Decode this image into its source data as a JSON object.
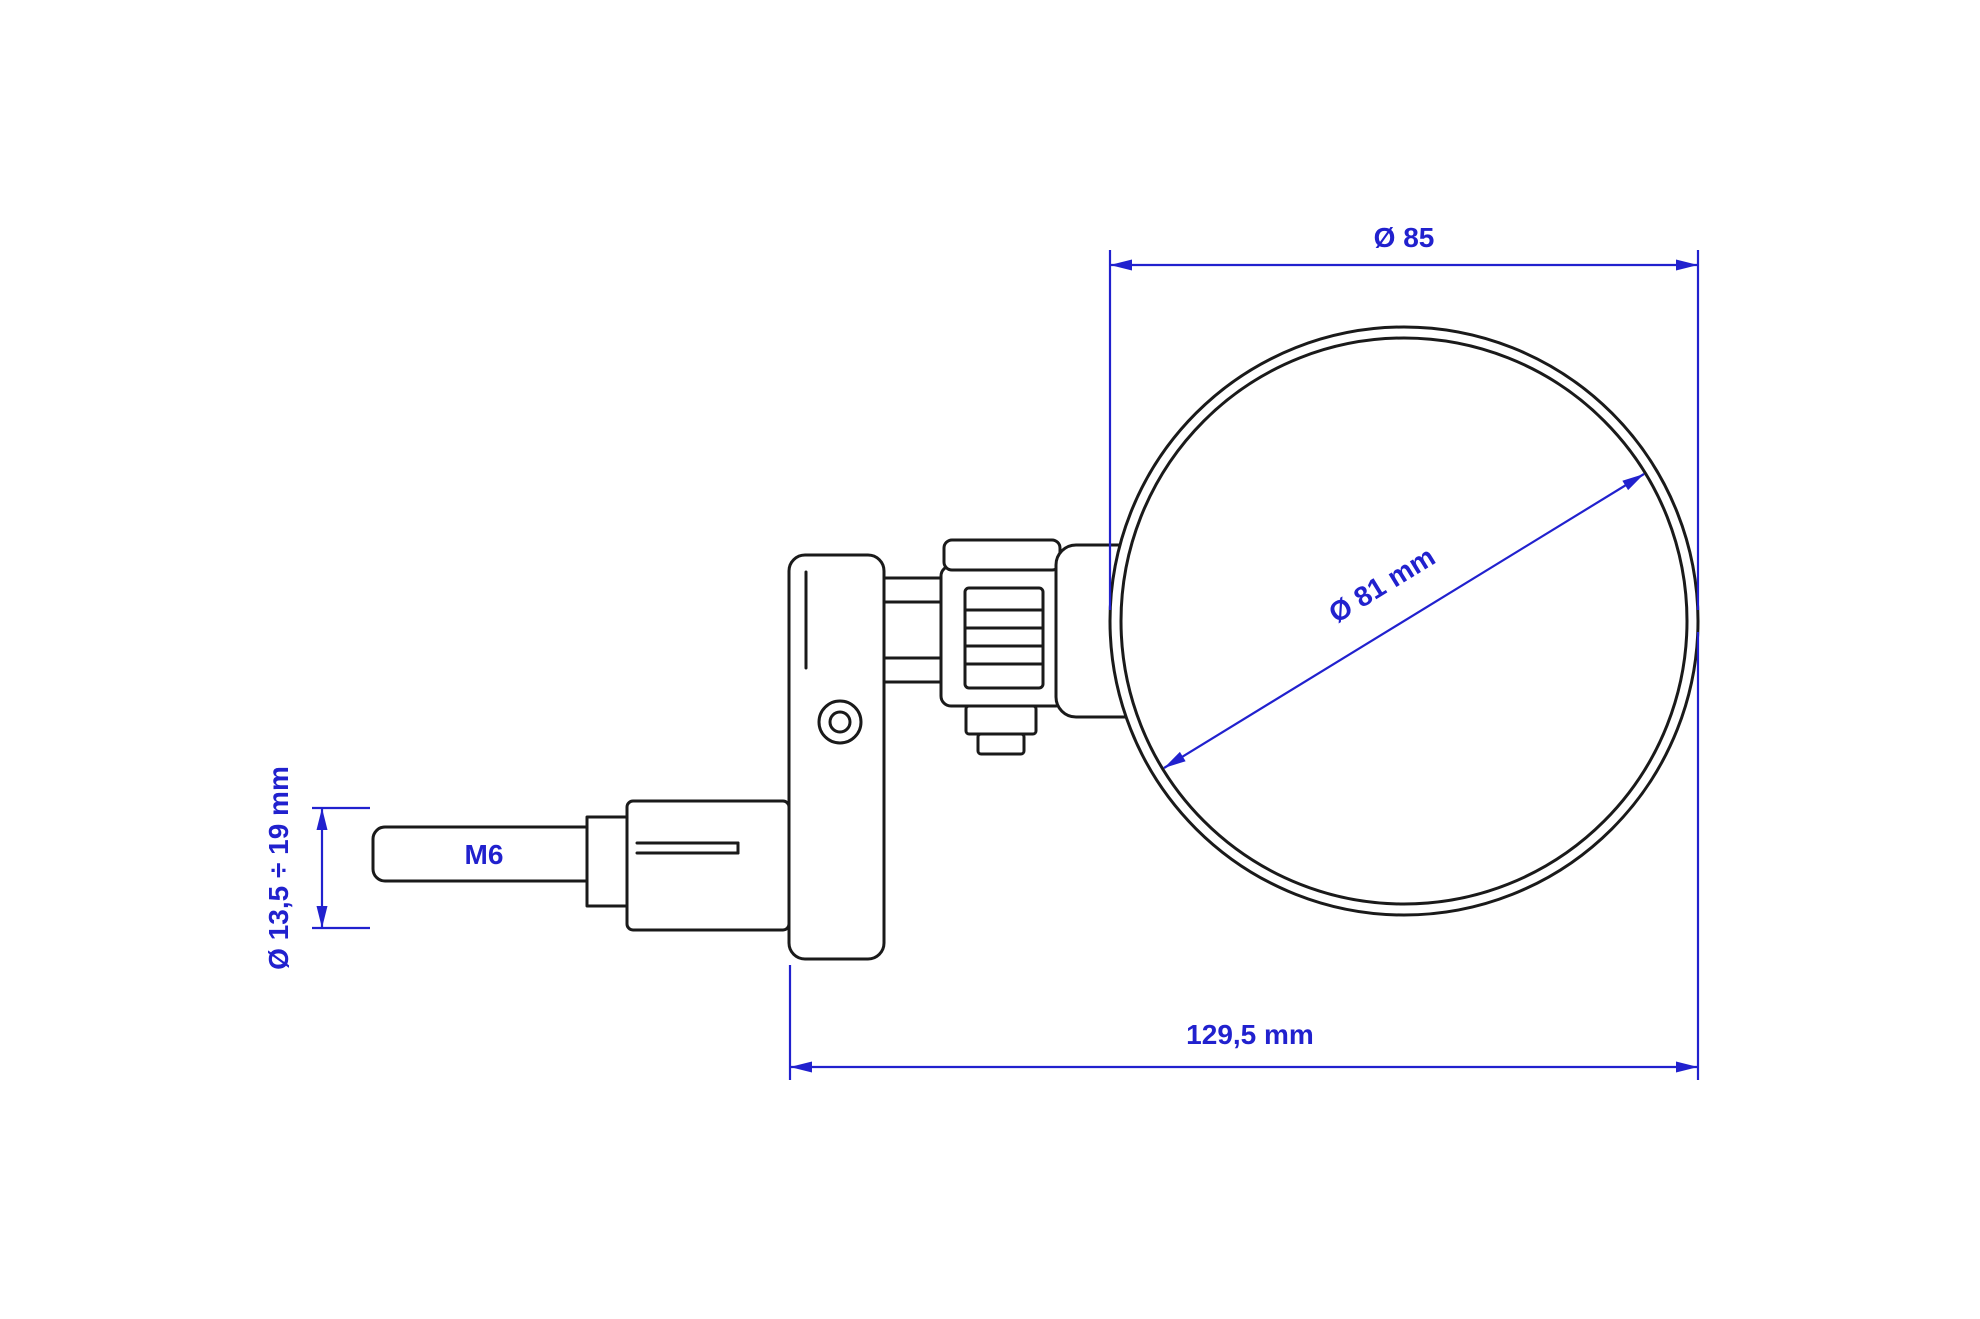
{
  "drawing": {
    "kind": "technical-drawing",
    "subject": "bar-end-mirror-side-view"
  },
  "colors": {
    "dimension": "#2121CE",
    "outline": "#1A1A1A",
    "background": "#FFFFFF"
  },
  "dimensions": {
    "top_diameter": "Ø 85",
    "mirror_diameter": "Ø 81 mm",
    "stem_diameter_range": "Ø 13,5 ÷ 19 mm",
    "thread": "M6",
    "overall_length": "129,5 mm"
  }
}
